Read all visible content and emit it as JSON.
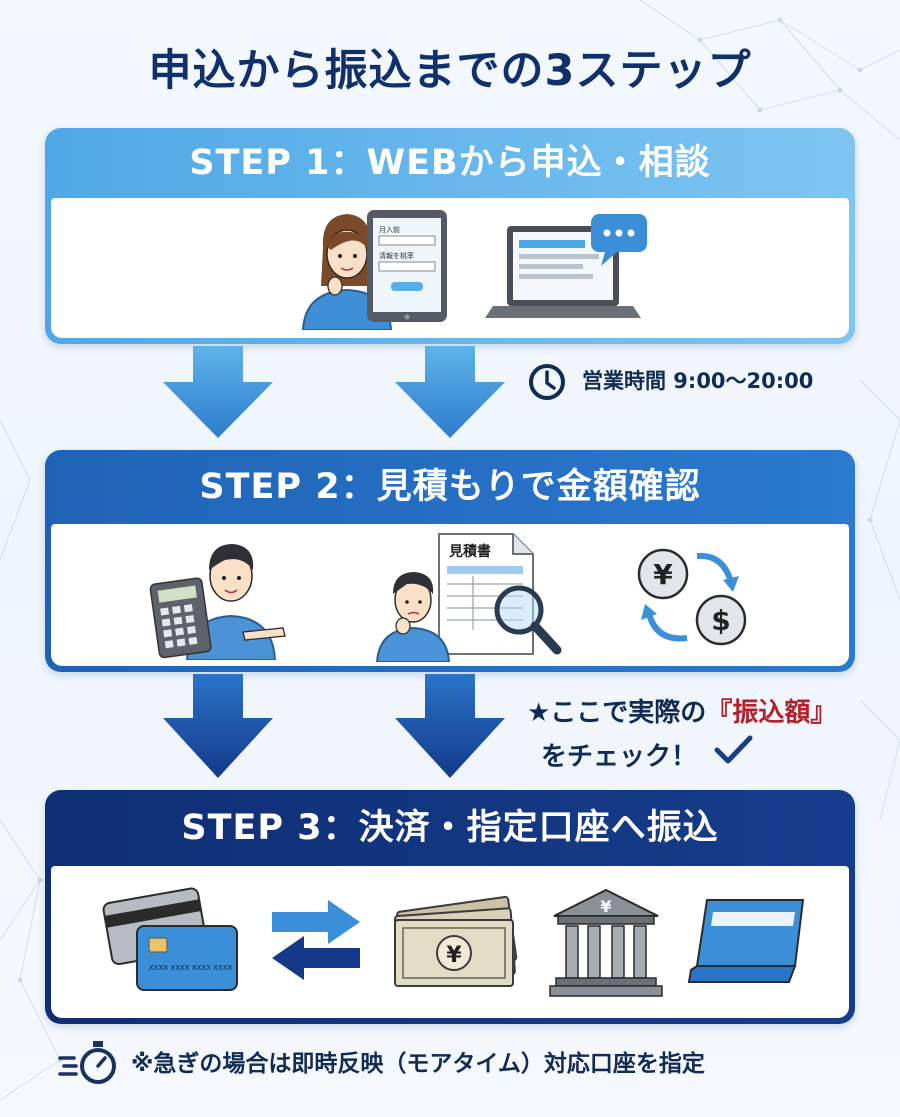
{
  "title": "申込から振込までの3ステップ",
  "steps": [
    {
      "label": "STEP 1：WEBから申込・相談"
    },
    {
      "label": "STEP 2：見積もりで金額確認"
    },
    {
      "label": "STEP 3：決済・指定口座へ振込"
    }
  ],
  "step1_icons": {
    "tablet_field1": "月入前",
    "tablet_field2": "清報を桃率"
  },
  "step2_icons": {
    "estimate_doc_title": "見積書",
    "currency_yen": "¥",
    "currency_dollar": "$"
  },
  "step3_icons": {
    "card_number": "XXXX XXXX XXXX XXXX",
    "banknote_symbol": "¥",
    "bank_symbol": "¥"
  },
  "business_hours": "営業時間 9:00〜20:00",
  "check_note": {
    "prefix": "★ここで実際の",
    "highlight": "『振込額』",
    "line2": "をチェック！"
  },
  "footer_note": "※急ぎの場合は即時反映（モアタイム）対応口座を指定",
  "colors": {
    "title": "#11306a",
    "step1": "#5db2ea",
    "step2": "#2270c2",
    "step3": "#12347c",
    "accent_red": "#b3202a"
  }
}
